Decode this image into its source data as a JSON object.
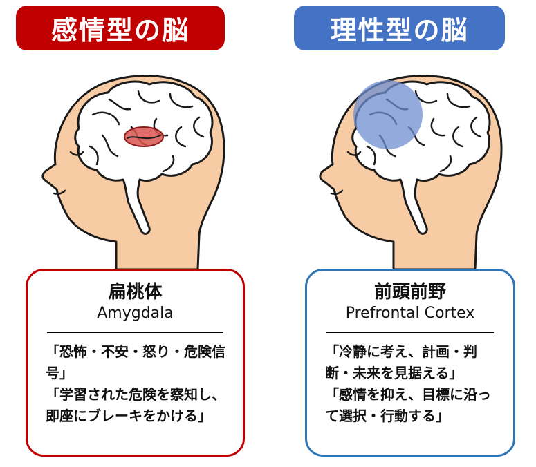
{
  "left": {
    "title": "感情型の脳",
    "region_name": "扁桃体",
    "region_english": "Amygdala",
    "description": "「恐怖・不安・怒り・危険信号」\n「学習された危険を察知し、即座にブレーキをかける」",
    "accent_color": "#c00000",
    "highlight_color": "#d9534f"
  },
  "right": {
    "title": "理性型の脳",
    "region_name": "前頭前野",
    "region_english": "Prefrontal Cortex",
    "description": "「冷静に考え、計画・判断・未来を見据える」\n「感情を抑え、目標に沿って選択・行動する」",
    "accent_color": "#4472c4",
    "highlight_color": "#6f8fd0"
  }
}
